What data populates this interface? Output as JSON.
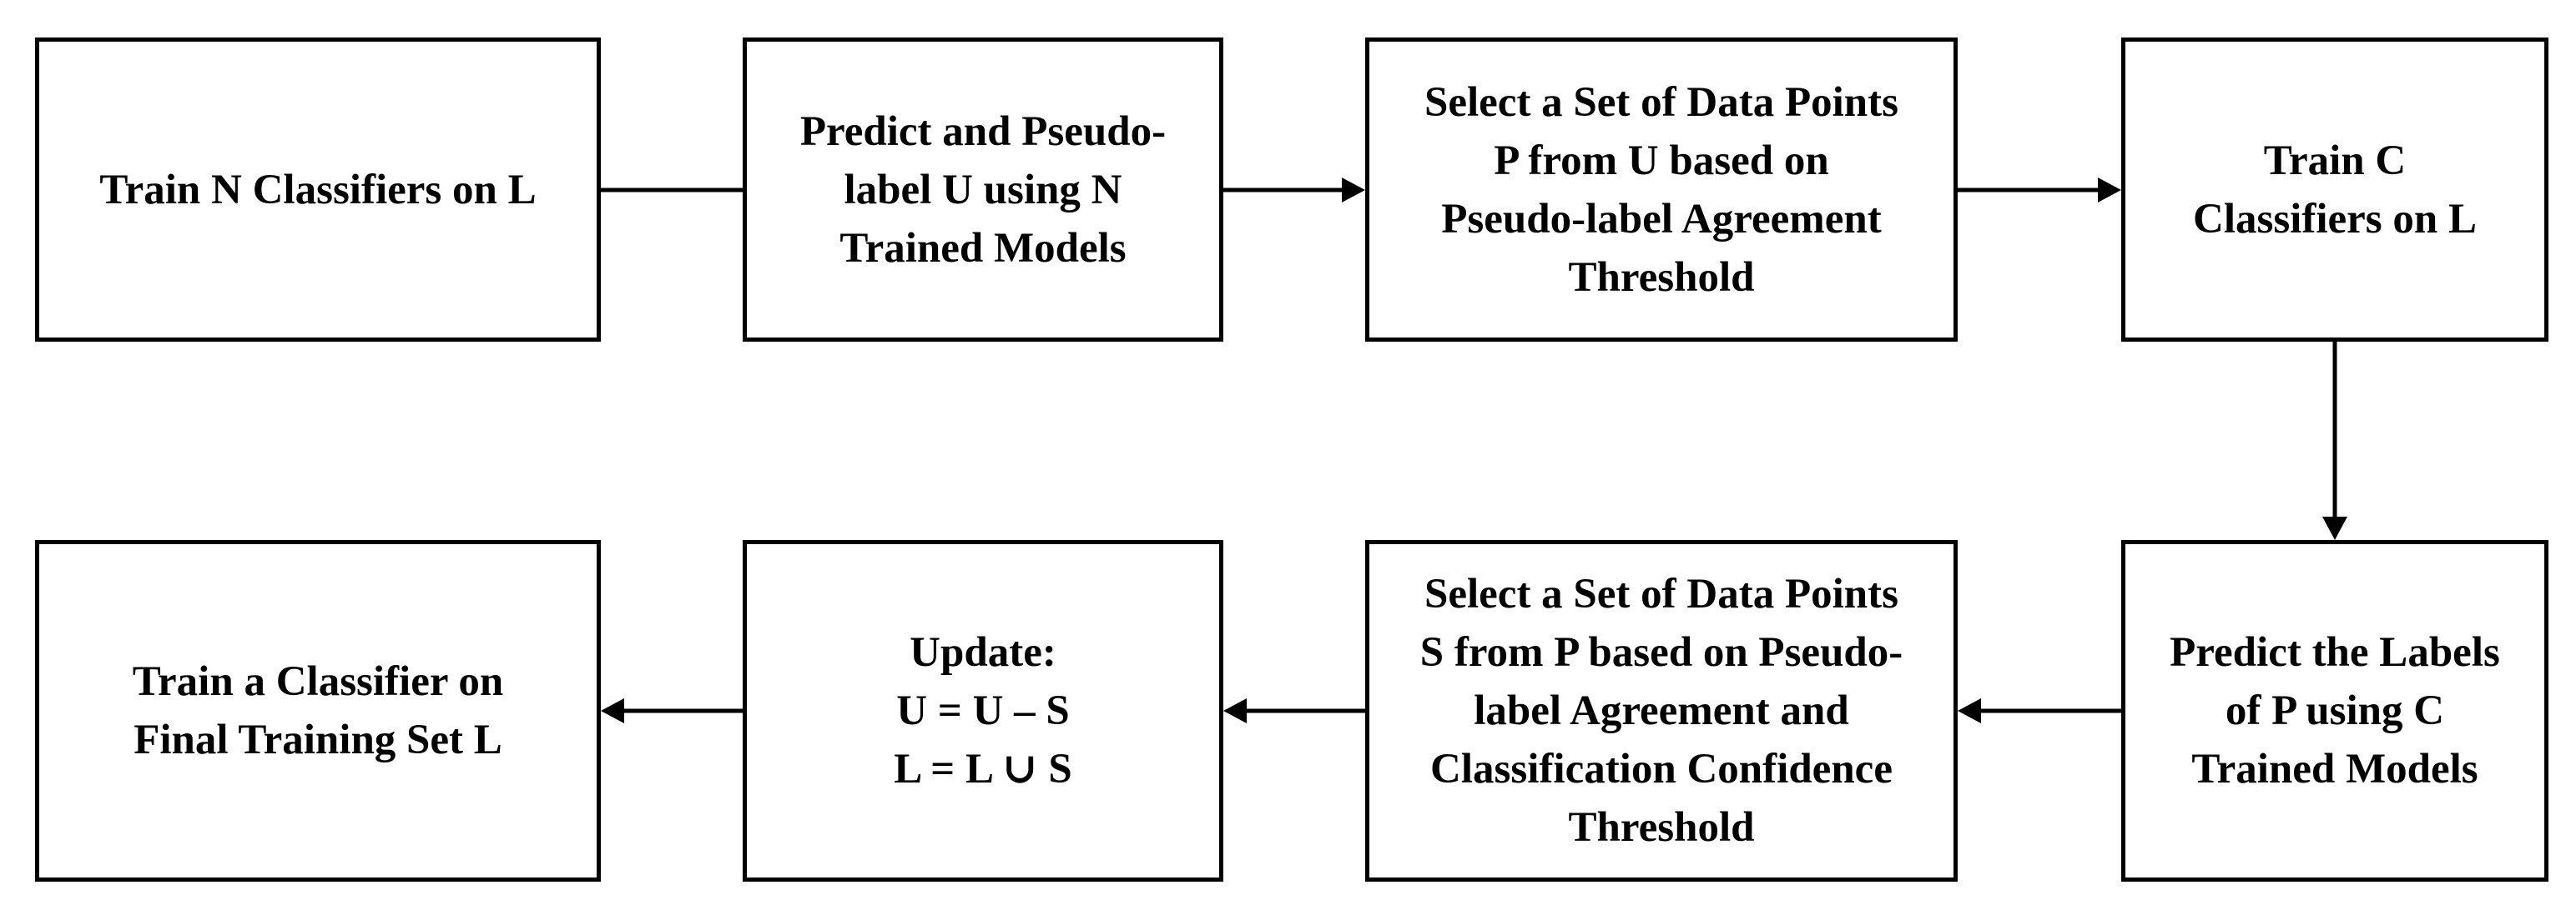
{
  "steps": [
    {
      "id": "train-n",
      "lines": [
        "Train N Classifiers on L"
      ]
    },
    {
      "id": "predict-pseudo",
      "lines": [
        "Predict and Pseudo-",
        "label U using N",
        "Trained Models"
      ]
    },
    {
      "id": "select-p",
      "lines": [
        "Select a Set of Data Points",
        "P from U based on",
        "Pseudo-label Agreement",
        "Threshold"
      ]
    },
    {
      "id": "train-c",
      "lines": [
        "Train C",
        "Classifiers on L"
      ]
    },
    {
      "id": "predict-labels",
      "lines": [
        "Predict the Labels",
        "of P using C",
        "Trained Models"
      ]
    },
    {
      "id": "select-s",
      "lines": [
        "Select a Set of Data Points",
        "S from P based on Pseudo-",
        "label Agreement and",
        "Classification Confidence",
        "Threshold"
      ]
    },
    {
      "id": "update",
      "lines": [
        "Update:",
        "U = U – S",
        "L = L ∪ S"
      ]
    },
    {
      "id": "train-final",
      "lines": [
        "Train a Classifier on",
        "Final Training Set L"
      ]
    }
  ]
}
